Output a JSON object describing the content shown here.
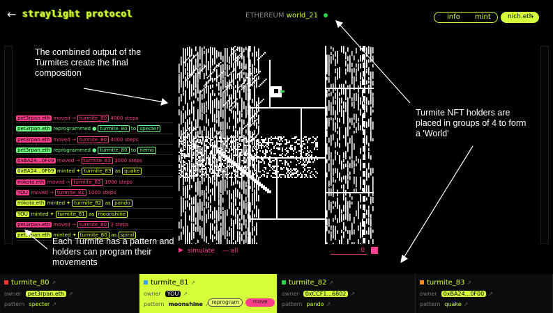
{
  "header": {
    "back_icon": "arrow-left-icon",
    "logo": "straylight protocol",
    "network": "ETHEREUM",
    "world_name": "world_21",
    "status_color": "#2bd24a",
    "nav_info": "info",
    "nav_mint": "mint",
    "user": "nich.eth"
  },
  "colors": {
    "accent": "#d4ff3a",
    "pink": "#ff3d8b",
    "green": "#6bff7e"
  },
  "simulate": {
    "label": "simulate",
    "filter": "— all",
    "steps": "0"
  },
  "annotations": {
    "combined": "The combined output of the Turmites create the final composition",
    "holders": "Turmite NFT holders are placed in groups of 4 to form a 'World'",
    "pattern": "Each Turmite has a pattern and holders can program their movements"
  },
  "activity_log": [
    {
      "color": "pink",
      "user": "pet3rpan.eth",
      "action": "moved",
      "glyph": "→",
      "target": "turmite_80",
      "suffix": "4000 steps"
    },
    {
      "color": "green",
      "user": "pet3rpan.eth",
      "action": "reprogrammed",
      "glyph": "●",
      "target": "turmite_80",
      "suffix": "to",
      "value": "specter"
    },
    {
      "color": "pink",
      "user": "pet3rpan.eth",
      "action": "moved",
      "glyph": "→",
      "target": "turmite_80",
      "suffix": "4000 steps"
    },
    {
      "color": "green",
      "user": "pet3rpan.eth",
      "action": "reprogrammed",
      "glyph": "●",
      "target": "turmite_80",
      "suffix": "to",
      "value": "nemo"
    },
    {
      "color": "pink",
      "user": "0xBA24...0F09",
      "action": "moved",
      "glyph": "→",
      "target": "turmite_83",
      "suffix": "1000 steps"
    },
    {
      "color": "yellow",
      "user": "0xBA24...0F09",
      "action": "minted",
      "glyph": "✦",
      "target": "turmite_83",
      "suffix": "as",
      "value": "quake"
    },
    {
      "color": "pink",
      "user": "mikoto.eth",
      "action": "moved",
      "glyph": "→",
      "target": "turmite_82",
      "suffix": "1000 steps"
    },
    {
      "color": "pink",
      "user": "YOU",
      "action": "moved",
      "glyph": "→",
      "target": "turmite_81",
      "suffix": "1000 steps"
    },
    {
      "color": "yellow",
      "user": "mikoto.eth",
      "action": "minted",
      "glyph": "✦",
      "target": "turmite_82",
      "suffix": "as",
      "value": "pando"
    },
    {
      "color": "yellow",
      "user": "YOU",
      "action": "minted",
      "glyph": "✦",
      "target": "turmite_81",
      "suffix": "as",
      "value": "moonshine"
    },
    {
      "color": "pink",
      "user": "pet3rpan.eth",
      "action": "moved",
      "glyph": "→",
      "target": "turmite_80",
      "suffix": "3 steps"
    },
    {
      "color": "yellow",
      "user": "pet3rpan.eth",
      "action": "minted",
      "glyph": "✦",
      "target": "turmite_80",
      "suffix": "as",
      "value": "spiral"
    }
  ],
  "turmites": [
    {
      "name": "turmite_80",
      "color": "#ff3030",
      "owner_label": "owner",
      "owner": "pet3rpan.eth",
      "pattern_label": "pattern",
      "pattern": "specter"
    },
    {
      "name": "turmite_81",
      "color": "#3aa0ff",
      "owner_label": "owner",
      "owner": "YOU",
      "pattern_label": "pattern",
      "pattern": "moonshine",
      "reprogram": "reprogram",
      "move": "move"
    },
    {
      "name": "turmite_82",
      "color": "#2bd24a",
      "owner_label": "owner",
      "owner": "0xCCF1...6802",
      "pattern_label": "pattern",
      "pattern": "pando"
    },
    {
      "name": "turmite_83",
      "color": "#ff8a1e",
      "owner_label": "owner",
      "owner": "0xBA24...0F00",
      "pattern_label": "pattern",
      "pattern": "quake"
    }
  ]
}
